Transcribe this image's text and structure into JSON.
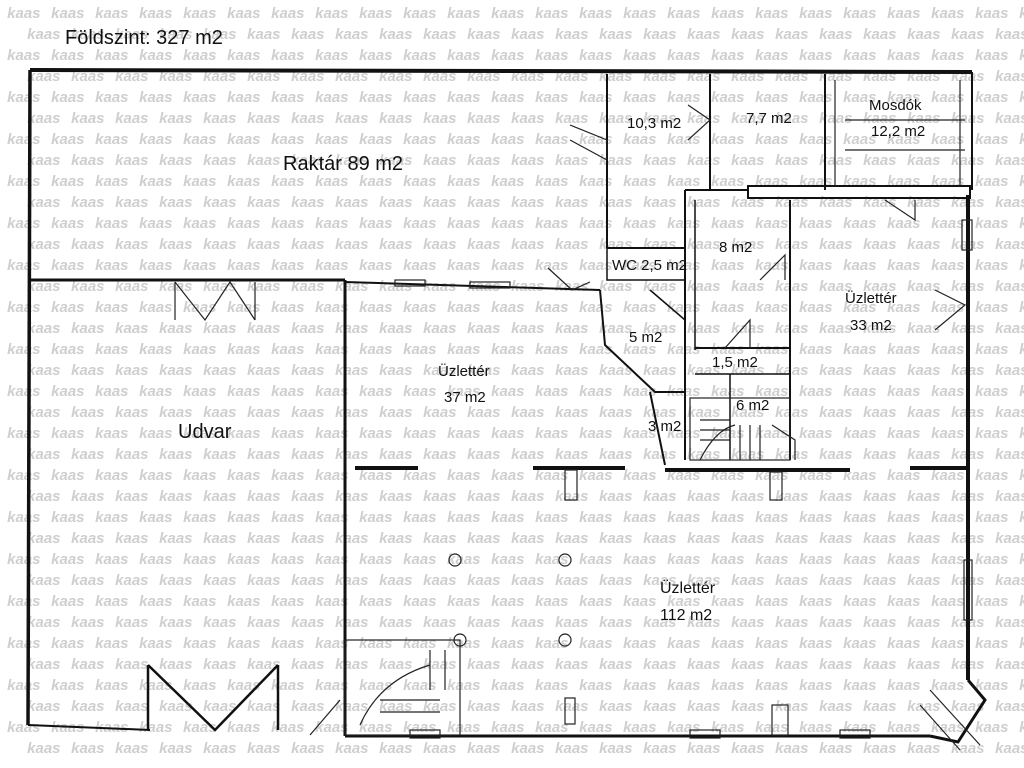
{
  "title": "Földszint: 327 m2",
  "watermark": "kaas",
  "rooms": {
    "raktar": "Raktár 89 m2",
    "udvar": "Udvar",
    "r10": "10,3 m2",
    "r7": "7,7 m2",
    "mosdok_name": "Mosdók",
    "mosdok_area": "12,2 m2",
    "wc": "WC 2,5 m2",
    "r8": "8 m2",
    "r5": "5 m2",
    "r15": "1,5 m2",
    "r6": "6 m2",
    "r3": "3 m2",
    "uz37_name": "Üzlettér",
    "uz37_area": "37 m2",
    "uz33_name": "Üzlettér",
    "uz33_area": "33 m2",
    "uz112_name": "Üzlettér",
    "uz112_area": "112 m2"
  },
  "colors": {
    "ink": "#111111",
    "paper": "#ffffff",
    "watermark": "#cfcfcf"
  }
}
